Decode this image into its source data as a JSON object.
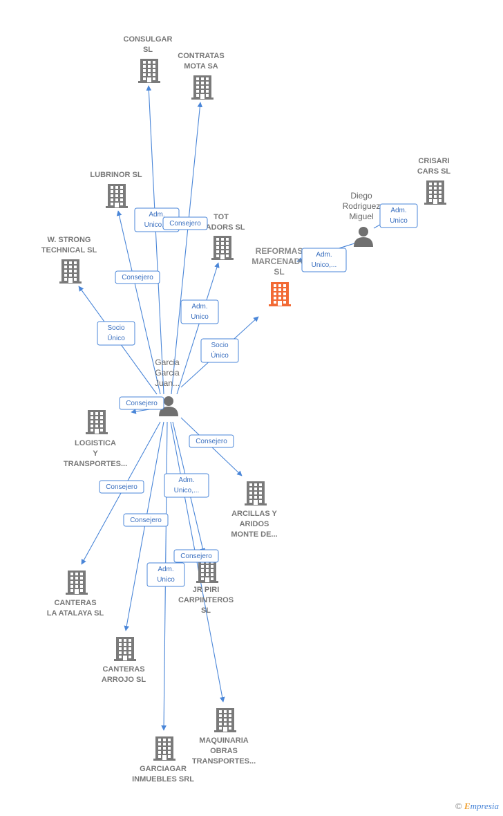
{
  "colors": {
    "company": "#7a7a7a",
    "focus_company": "#f26a35",
    "person": "#707070",
    "edge": "#4a86d8"
  },
  "nodes": [
    {
      "id": "consulgar",
      "type": "company",
      "label": [
        "CONSULGAR",
        "SL"
      ]
    },
    {
      "id": "contratas",
      "type": "company",
      "label": [
        "CONTRATAS",
        "MOTA SA"
      ]
    },
    {
      "id": "lubrinor",
      "type": "company",
      "label": [
        "LUBRINOR  SL"
      ]
    },
    {
      "id": "tot",
      "type": "company",
      "label": [
        "TOT",
        "...IADORS SL"
      ]
    },
    {
      "id": "wstrong",
      "type": "company",
      "label": [
        "W.  STRONG",
        "TECHNICAL SL"
      ]
    },
    {
      "id": "reformas",
      "type": "company",
      "focus": true,
      "label": [
        "REFORMAS",
        "MARCENADO",
        "SL"
      ]
    },
    {
      "id": "crisari",
      "type": "company",
      "label": [
        "CRISARI",
        "CARS  SL"
      ]
    },
    {
      "id": "diego",
      "type": "person",
      "label": [
        "Diego",
        "Rodriguez",
        "Miguel"
      ]
    },
    {
      "id": "garcia",
      "type": "person",
      "label": [
        "Garcia",
        "Garcia",
        "Juan..."
      ]
    },
    {
      "id": "logistica",
      "type": "company",
      "label": [
        "LOGISTICA",
        "Y",
        "TRANSPORTES..."
      ]
    },
    {
      "id": "arcillas",
      "type": "company",
      "label": [
        "ARCILLAS Y",
        "ARIDOS",
        "MONTE DE..."
      ]
    },
    {
      "id": "canteras_atalaya",
      "type": "company",
      "label": [
        "CANTERAS",
        "LA ATALAYA SL"
      ]
    },
    {
      "id": "jrpiri",
      "type": "company",
      "label": [
        "JR PIRI",
        "CARPINTEROS",
        "SL"
      ]
    },
    {
      "id": "canteras_arrojo",
      "type": "company",
      "label": [
        "CANTERAS",
        "ARROJO SL"
      ]
    },
    {
      "id": "maquinaria",
      "type": "company",
      "label": [
        "MAQUINARIA",
        "OBRAS",
        "TRANSPORTES..."
      ]
    },
    {
      "id": "garciagar",
      "type": "company",
      "label": [
        "GARCIAGAR",
        "INMUEBLES SRL"
      ]
    }
  ],
  "edges": [
    {
      "from": "garcia",
      "to": "consulgar",
      "label": [
        "Adm.",
        "Unico,..."
      ]
    },
    {
      "from": "garcia",
      "to": "contratas",
      "label": [
        "Consejero"
      ]
    },
    {
      "from": "garcia",
      "to": "lubrinor",
      "label": [
        "Consejero"
      ]
    },
    {
      "from": "garcia",
      "to": "tot",
      "label": [
        "Adm.",
        "Unico"
      ]
    },
    {
      "from": "garcia",
      "to": "wstrong",
      "label": [
        "Socio",
        "Único"
      ]
    },
    {
      "from": "garcia",
      "to": "reformas",
      "label": [
        "Socio",
        "Único"
      ]
    },
    {
      "from": "diego",
      "to": "reformas",
      "label": [
        "Adm.",
        "Unico,..."
      ]
    },
    {
      "from": "diego",
      "to": "crisari",
      "label": [
        "Adm.",
        "Unico"
      ]
    },
    {
      "from": "garcia",
      "to": "logistica",
      "label": [
        "Consejero"
      ]
    },
    {
      "from": "garcia",
      "to": "arcillas",
      "label": [
        "Consejero"
      ]
    },
    {
      "from": "garcia",
      "to": "canteras_atalaya",
      "label": [
        "Consejero"
      ]
    },
    {
      "from": "garcia",
      "to": "jrpiri",
      "label": [
        "Adm.",
        "Unico,..."
      ]
    },
    {
      "from": "garcia",
      "to": "canteras_arrojo",
      "label": [
        "Consejero"
      ]
    },
    {
      "from": "garcia",
      "to": "maquinaria",
      "label": [
        "Consejero"
      ]
    },
    {
      "from": "garcia",
      "to": "garciagar",
      "label": [
        "Adm.",
        "Unico"
      ]
    }
  ],
  "footer": {
    "copyright": "©",
    "brand_initial": "E",
    "brand_rest": "mpresia"
  }
}
